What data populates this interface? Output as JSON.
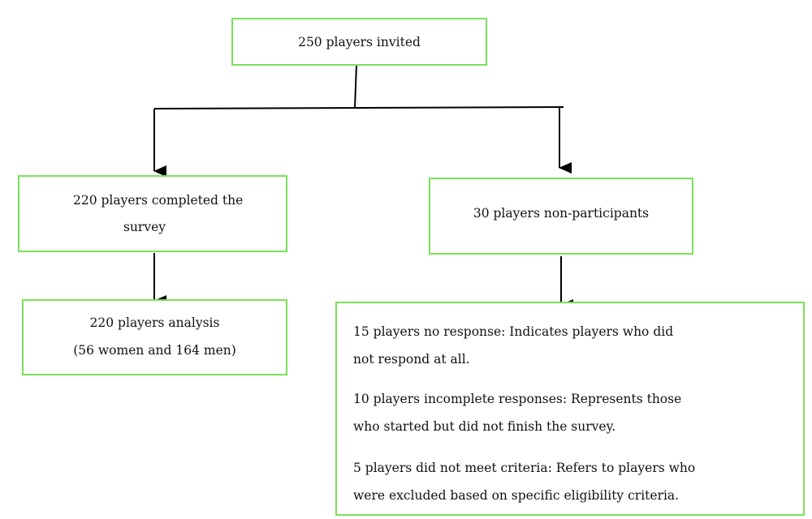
{
  "diagram": {
    "invited": {
      "text": "250 players invited"
    },
    "completed": {
      "line1": "220 players completed the",
      "line2": "survey"
    },
    "analysis": {
      "line1": "220 players analysis",
      "line2": "(56 women and 164 men)"
    },
    "non_participants": {
      "text": "30 players non-participants"
    },
    "details": {
      "no_response": {
        "line1": "15 players no response: Indicates players who did",
        "line2": "not respond at all."
      },
      "incomplete": {
        "line1": "10 players incomplete responses: Represents those",
        "line2": "who started but did not finish the survey."
      },
      "criteria": {
        "line1": "5 players did not meet criteria: Refers to players who",
        "line2": "were excluded based on specific eligibility criteria."
      }
    },
    "colors": {
      "box_border": "#7be05a",
      "connector": "#000000"
    }
  }
}
